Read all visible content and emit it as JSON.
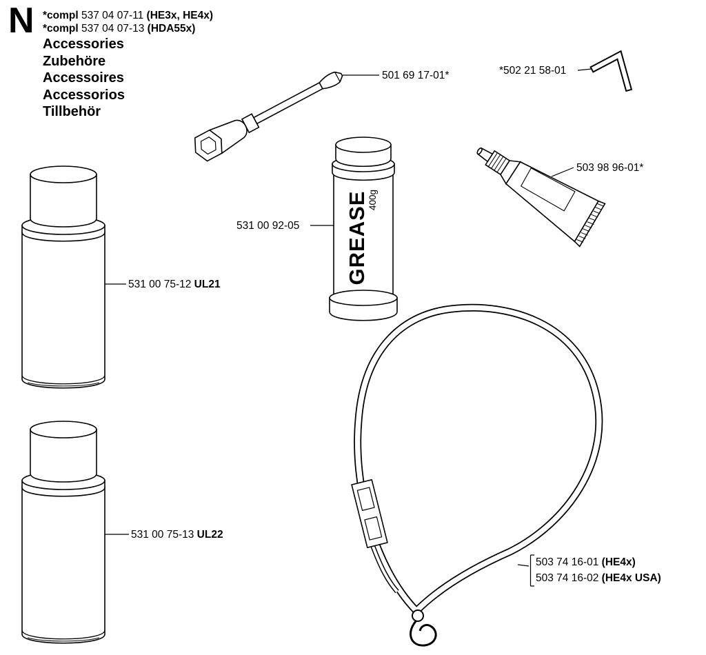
{
  "page": {
    "section_letter": "N",
    "compl_lines": [
      {
        "prefix": "*compl",
        "number": "537 04 07-11",
        "models": "(HE3x, HE4x)"
      },
      {
        "prefix": "*compl",
        "number": "537 04 07-13",
        "models": "(HDA55x)"
      }
    ],
    "headings": [
      "Accessories",
      "Zubehöre",
      "Accessoires",
      "Accessorios",
      "Tillbehör"
    ]
  },
  "parts": {
    "combo_tool": {
      "part_number": "501 69 17-01*"
    },
    "hex_key": {
      "part_number": "*502 21 58-01"
    },
    "grease_tube": {
      "part_number": "531 00 92-05",
      "print_main": "GREASE",
      "print_weight": "400g"
    },
    "sealant_tube": {
      "part_number": "503 98 96-01*"
    },
    "spray_can_top": {
      "part_number": "531 00 75-12",
      "variant": "UL21"
    },
    "spray_can_bottom": {
      "part_number": "531 00 75-13",
      "variant": "UL22"
    },
    "harness": {
      "lines": [
        {
          "part_number": "503 74 16-01",
          "variant": "(HE4x)"
        },
        {
          "part_number": "503 74 16-02",
          "variant": "(HE4x USA)"
        }
      ]
    }
  }
}
